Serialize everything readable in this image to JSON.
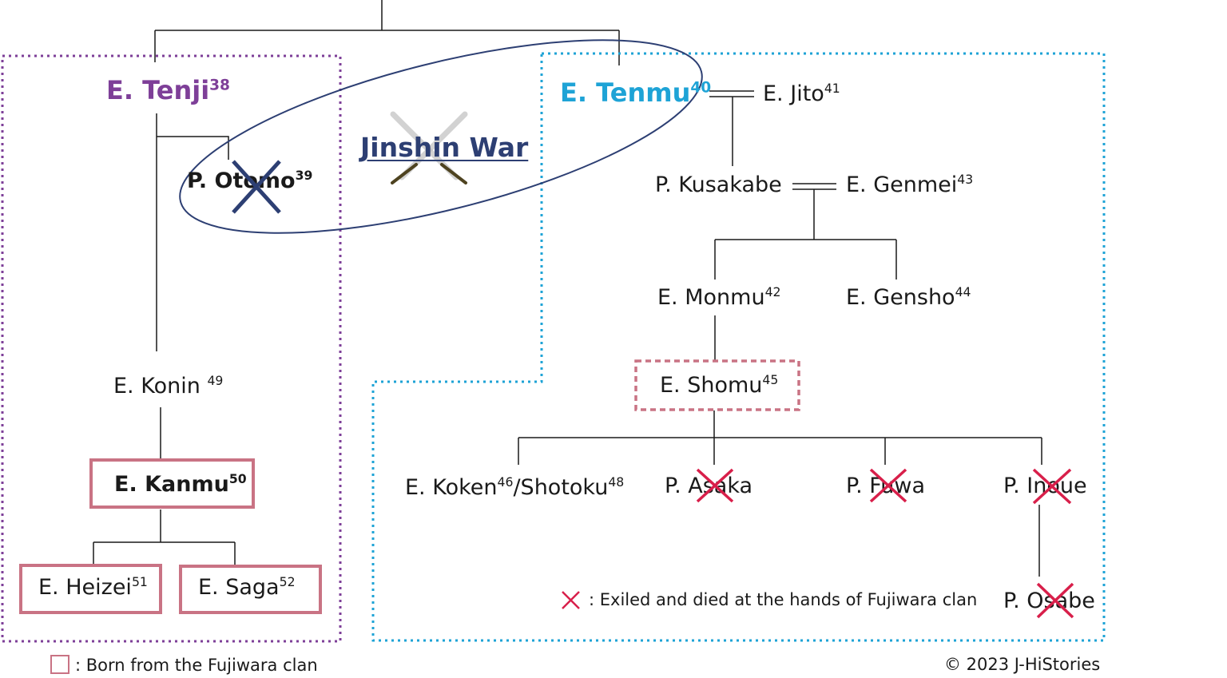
{
  "colors": {
    "line": "#1a1a1a",
    "tenji_line": "#7e3f98",
    "tenmu_line": "#1ea3d6",
    "fujiwara_box": "#c97384",
    "exile_cross": "#d81f4a",
    "war_ellipse": "#2d3f73",
    "otomo_cross": "#2d3f73"
  },
  "people": {
    "tenji": {
      "prefix": "E. ",
      "name": "Tenji",
      "num": "38"
    },
    "tenmu": {
      "prefix": "E. ",
      "name": "Tenmu",
      "num": "40"
    },
    "jito": {
      "prefix": "E. ",
      "name": "Jito",
      "num": "41"
    },
    "otomo": {
      "prefix": "P. ",
      "name": "Otomo",
      "num": "39"
    },
    "kusakabe": {
      "prefix": "P. ",
      "name": "Kusakabe",
      "num": ""
    },
    "genmei": {
      "prefix": "E. ",
      "name": "Genmei",
      "num": "43"
    },
    "monmu": {
      "prefix": "E. ",
      "name": "Monmu",
      "num": "42"
    },
    "gensho": {
      "prefix": "E. ",
      "name": "Gensho",
      "num": "44"
    },
    "shomu": {
      "prefix": "E. ",
      "name": "Shomu",
      "num": "45"
    },
    "koken": {
      "prefix": "E. ",
      "name": "Koken",
      "num": "46",
      "name2": "/Shotoku",
      "num2": "48"
    },
    "asaka": {
      "prefix": "P. ",
      "name": "Asaka",
      "num": ""
    },
    "fuwa": {
      "prefix": "P. ",
      "name": "Fuwa",
      "num": ""
    },
    "inoue": {
      "prefix": "P. ",
      "name": "Inoue",
      "num": ""
    },
    "osabe": {
      "prefix": "P. ",
      "name": "Osabe",
      "num": ""
    },
    "konin": {
      "prefix": "E. ",
      "name": "Konin ",
      "num": "49"
    },
    "kanmu": {
      "prefix": "E. ",
      "name": "Kanmu",
      "num": "50"
    },
    "heizei": {
      "prefix": "E. ",
      "name": "Heizei",
      "num": "51"
    },
    "saga": {
      "prefix": "E. ",
      "name": "Saga",
      "num": "52"
    }
  },
  "war_label": "Jinshin War",
  "legend": {
    "exiled": ": Exiled and died at the hands of Fujiwara clan",
    "fujiwara": ": Born from the Fujiwara clan"
  },
  "copyright": "© 2023 J-HiStories",
  "icons": {
    "war": "crossed-swords-icon",
    "exile": "red-x-icon",
    "defeat": "navy-x-icon"
  }
}
